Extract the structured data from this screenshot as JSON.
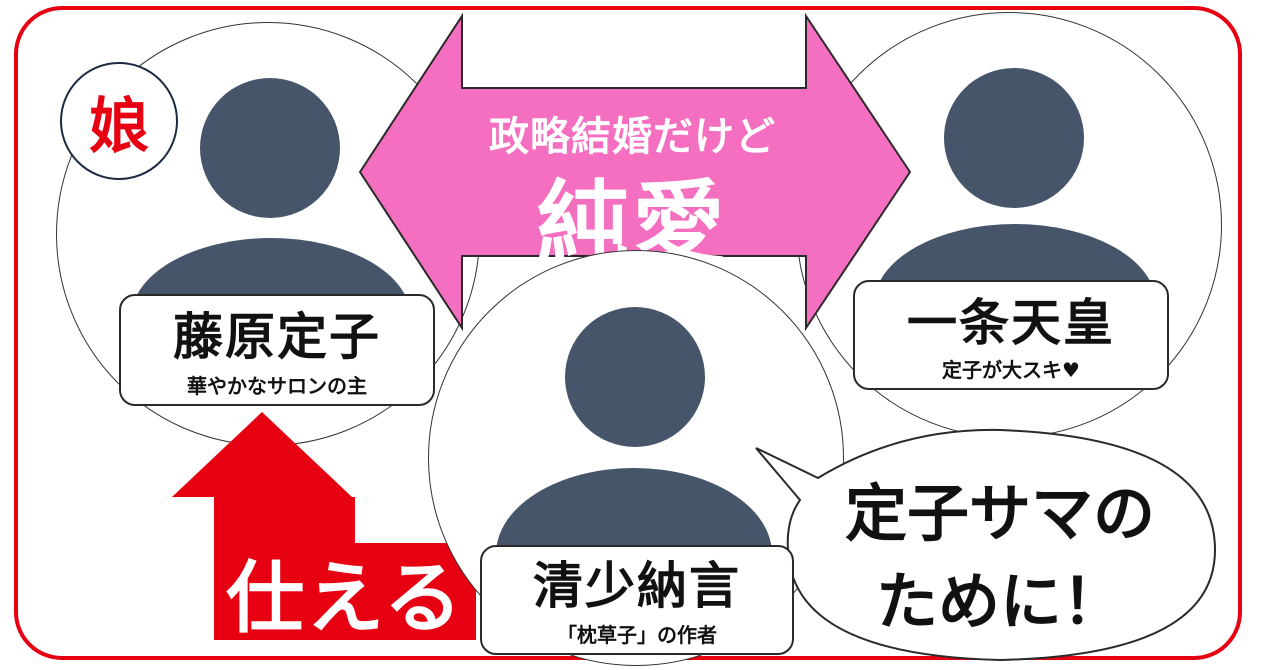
{
  "badge": {
    "label": "娘"
  },
  "arrow": {
    "line1": "政略結婚だけど",
    "line2": "純愛",
    "color": "#f56fc0"
  },
  "people": [
    {
      "name": "藤原定子",
      "note": "華やかなサロンの主"
    },
    {
      "name": "一条天皇",
      "note": "定子が大スキ♥"
    },
    {
      "name": "清少納言",
      "note": "「枕草子」の作者"
    }
  ],
  "serve_label": "仕える",
  "speech": {
    "line1": "定子サマの",
    "line2": "ために！"
  },
  "colors": {
    "frame": "#e60012",
    "avatar": "#46556a",
    "pink": "#f56fc0",
    "red": "#e60012"
  }
}
